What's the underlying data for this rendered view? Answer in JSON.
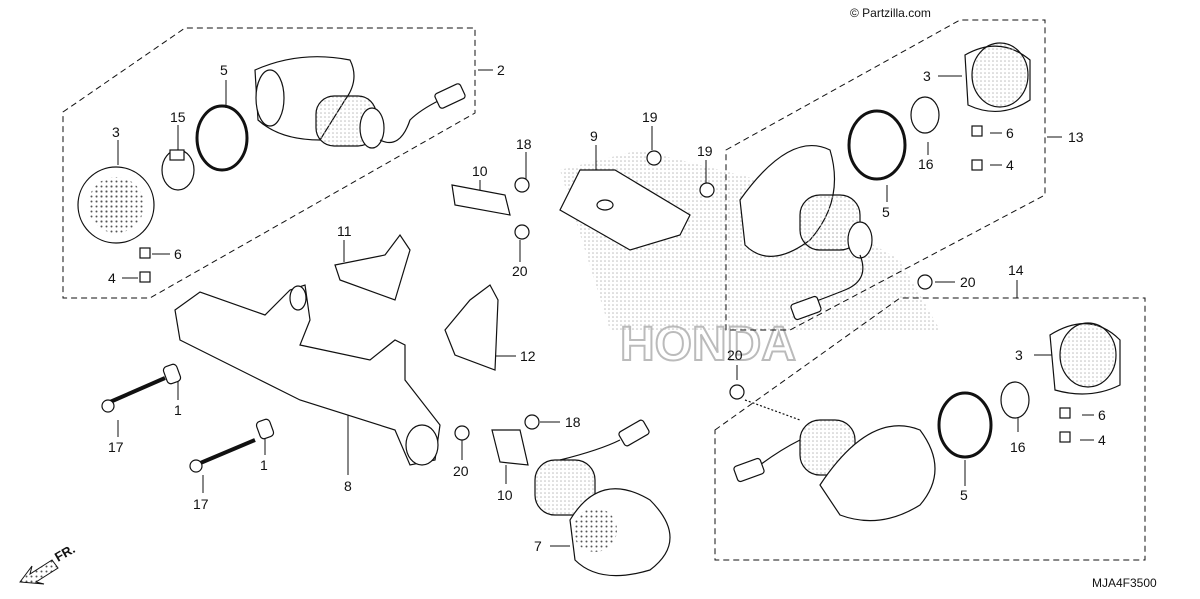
{
  "credit": "© Partzilla.com",
  "diagram_code": "MJA4F3500",
  "direction_label": "FR.",
  "watermark": "HONDA",
  "callouts": {
    "c2": "2",
    "c5a": "5",
    "c15": "15",
    "c3a": "3",
    "c6a": "6",
    "c4a": "4",
    "c10a": "10",
    "c18a": "18",
    "c9": "9",
    "c19a": "19",
    "c19b": "19",
    "c11": "11",
    "c20a": "20",
    "c12": "12",
    "c1a": "1",
    "c17a": "17",
    "c1b": "1",
    "c17b": "17",
    "c8": "8",
    "c20b": "20",
    "c10b": "10",
    "c18b": "18",
    "c7": "7",
    "c3b": "3",
    "c6b": "6",
    "c4b": "4",
    "c16a": "16",
    "c5b": "5",
    "c13": "13",
    "c20c": "20",
    "c14": "14",
    "c20d": "20",
    "c3c": "3",
    "c6c": "6",
    "c4c": "4",
    "c16b": "16",
    "c5c": "5"
  },
  "colors": {
    "line": "#111111",
    "watermark": "#cfcfcf",
    "fill": "#ffffff"
  }
}
